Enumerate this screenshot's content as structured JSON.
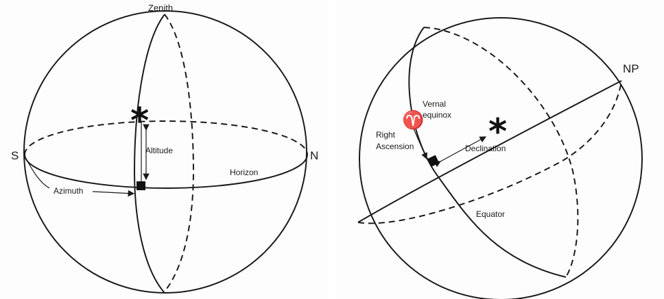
{
  "horizontal_diagram": {
    "zenith": "Zenith",
    "south": "S",
    "north": "N",
    "altitude": "Altitude",
    "horizon": "Horizon",
    "azimuth": "Azimuth"
  },
  "equatorial_diagram": {
    "north_pole": "NP",
    "vernal_line1": "Vernal",
    "vernal_line2": "equinox",
    "right_ascension_line1": "Right",
    "right_ascension_line2": "Ascension",
    "declination": "Declination",
    "equator": "Equator"
  },
  "symbols": {
    "star": "*",
    "aries": "♈"
  }
}
